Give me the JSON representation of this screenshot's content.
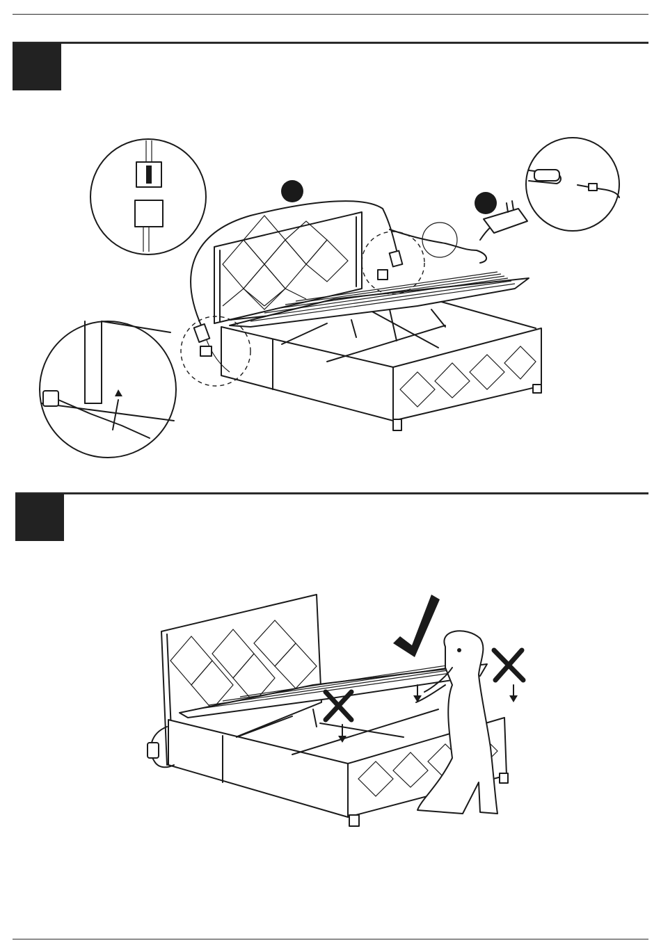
{
  "page": {
    "background": "#ffffff",
    "ink": "#1a1a1a"
  },
  "steps": [
    {
      "number": "",
      "box_color": "#222222"
    },
    {
      "number": "",
      "box_color": "#222222"
    }
  ],
  "step1": {
    "callouts": [
      {
        "icon": "connector-plug-icon",
        "label": ""
      },
      {
        "icon": "dc-barrel-plug-icon",
        "label": ""
      },
      {
        "icon": "cable-clip-icon",
        "label": ""
      }
    ],
    "markers": [
      "",
      "",
      ""
    ]
  },
  "step2": {
    "indicators": [
      {
        "icon": "check-mark-icon",
        "meaning": "correct"
      },
      {
        "icon": "cross-mark-icon",
        "meaning": "incorrect"
      },
      {
        "icon": "cross-mark-icon",
        "meaning": "incorrect"
      }
    ]
  }
}
